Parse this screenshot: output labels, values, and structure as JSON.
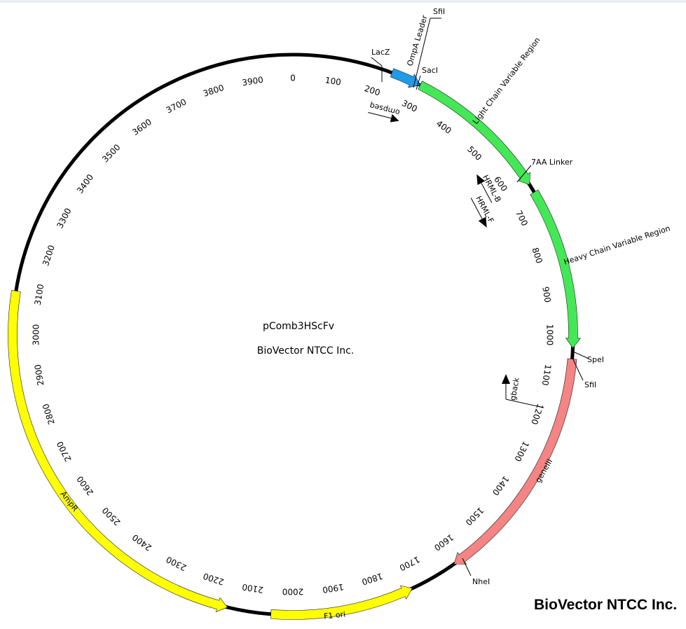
{
  "plasmid": {
    "name": "pComb3HScFv",
    "company": "BioVector NTCC Inc.",
    "total_bp": 4000
  },
  "brand": "BioVector NTCC Inc.",
  "ticks": [
    "0",
    "100",
    "200",
    "300",
    "400",
    "500",
    "600",
    "700",
    "800",
    "900",
    "1000",
    "1100",
    "1200",
    "1300",
    "1400",
    "1500",
    "1600",
    "1700",
    "1800",
    "1900",
    "2000",
    "2100",
    "2200",
    "2300",
    "2400",
    "2500",
    "2600",
    "2700",
    "2800",
    "2900",
    "3000",
    "3100",
    "3200",
    "3300",
    "3400",
    "3500",
    "3600",
    "3700",
    "3800",
    "3900"
  ],
  "features": [
    {
      "name": "OmpA Leader",
      "start": 230,
      "end": 300,
      "direction": "forward",
      "color": "#1f9be8"
    },
    {
      "name": "Light Chain Variable Region",
      "start": 300,
      "end": 640,
      "direction": "forward",
      "color": "#44e856"
    },
    {
      "name": "Heavy Chain Variable Region",
      "start": 660,
      "end": 1030,
      "direction": "forward",
      "color": "#44e856"
    },
    {
      "name": "geneIII",
      "start": 1055,
      "end": 1610,
      "direction": "forward",
      "color": "#f58484"
    },
    {
      "name": "F1 ori",
      "start": 1720,
      "end": 2050,
      "direction": "reverse",
      "color": "#ffff00"
    },
    {
      "name": "AmpR",
      "start": 2150,
      "end": 3100,
      "direction": "reverse",
      "color": "#ffff00"
    }
  ],
  "sites": [
    "LacZ",
    "SfiI",
    "SacI",
    "7AA Linker",
    "SpeI",
    "SfiI",
    "NheI"
  ],
  "primers": [
    "ompseq",
    "HRML-B",
    "HRML-F",
    "gback"
  ],
  "colors": {
    "backbone": "#000000",
    "green": "#44e856",
    "blue": "#1f9be8",
    "red": "#f58484",
    "yellow": "#ffff00"
  }
}
